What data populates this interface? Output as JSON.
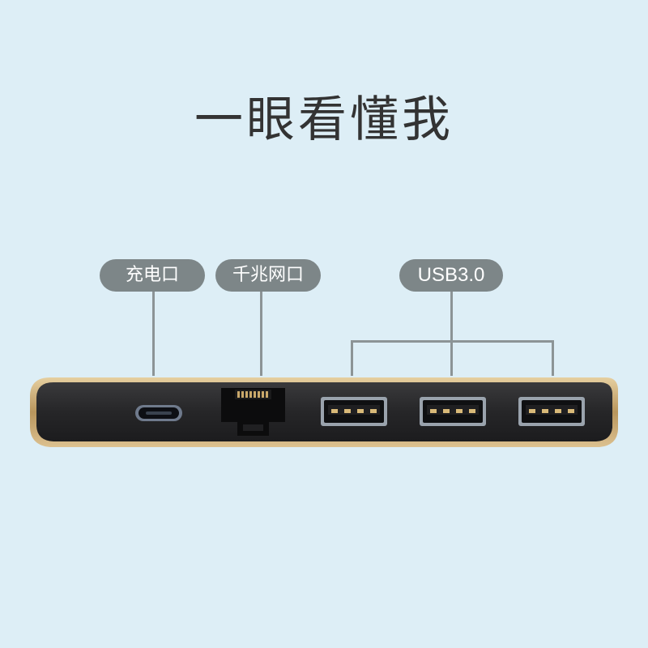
{
  "title": "一眼看懂我",
  "labels": {
    "charge_port": "充电口",
    "gigabit_lan": "千兆网口",
    "usb": "USB3.0"
  },
  "colors": {
    "background": "#ddeef6",
    "label_bg": "#7d8688",
    "device_body": "#2a2a2c",
    "device_rim": "#c8a870"
  }
}
